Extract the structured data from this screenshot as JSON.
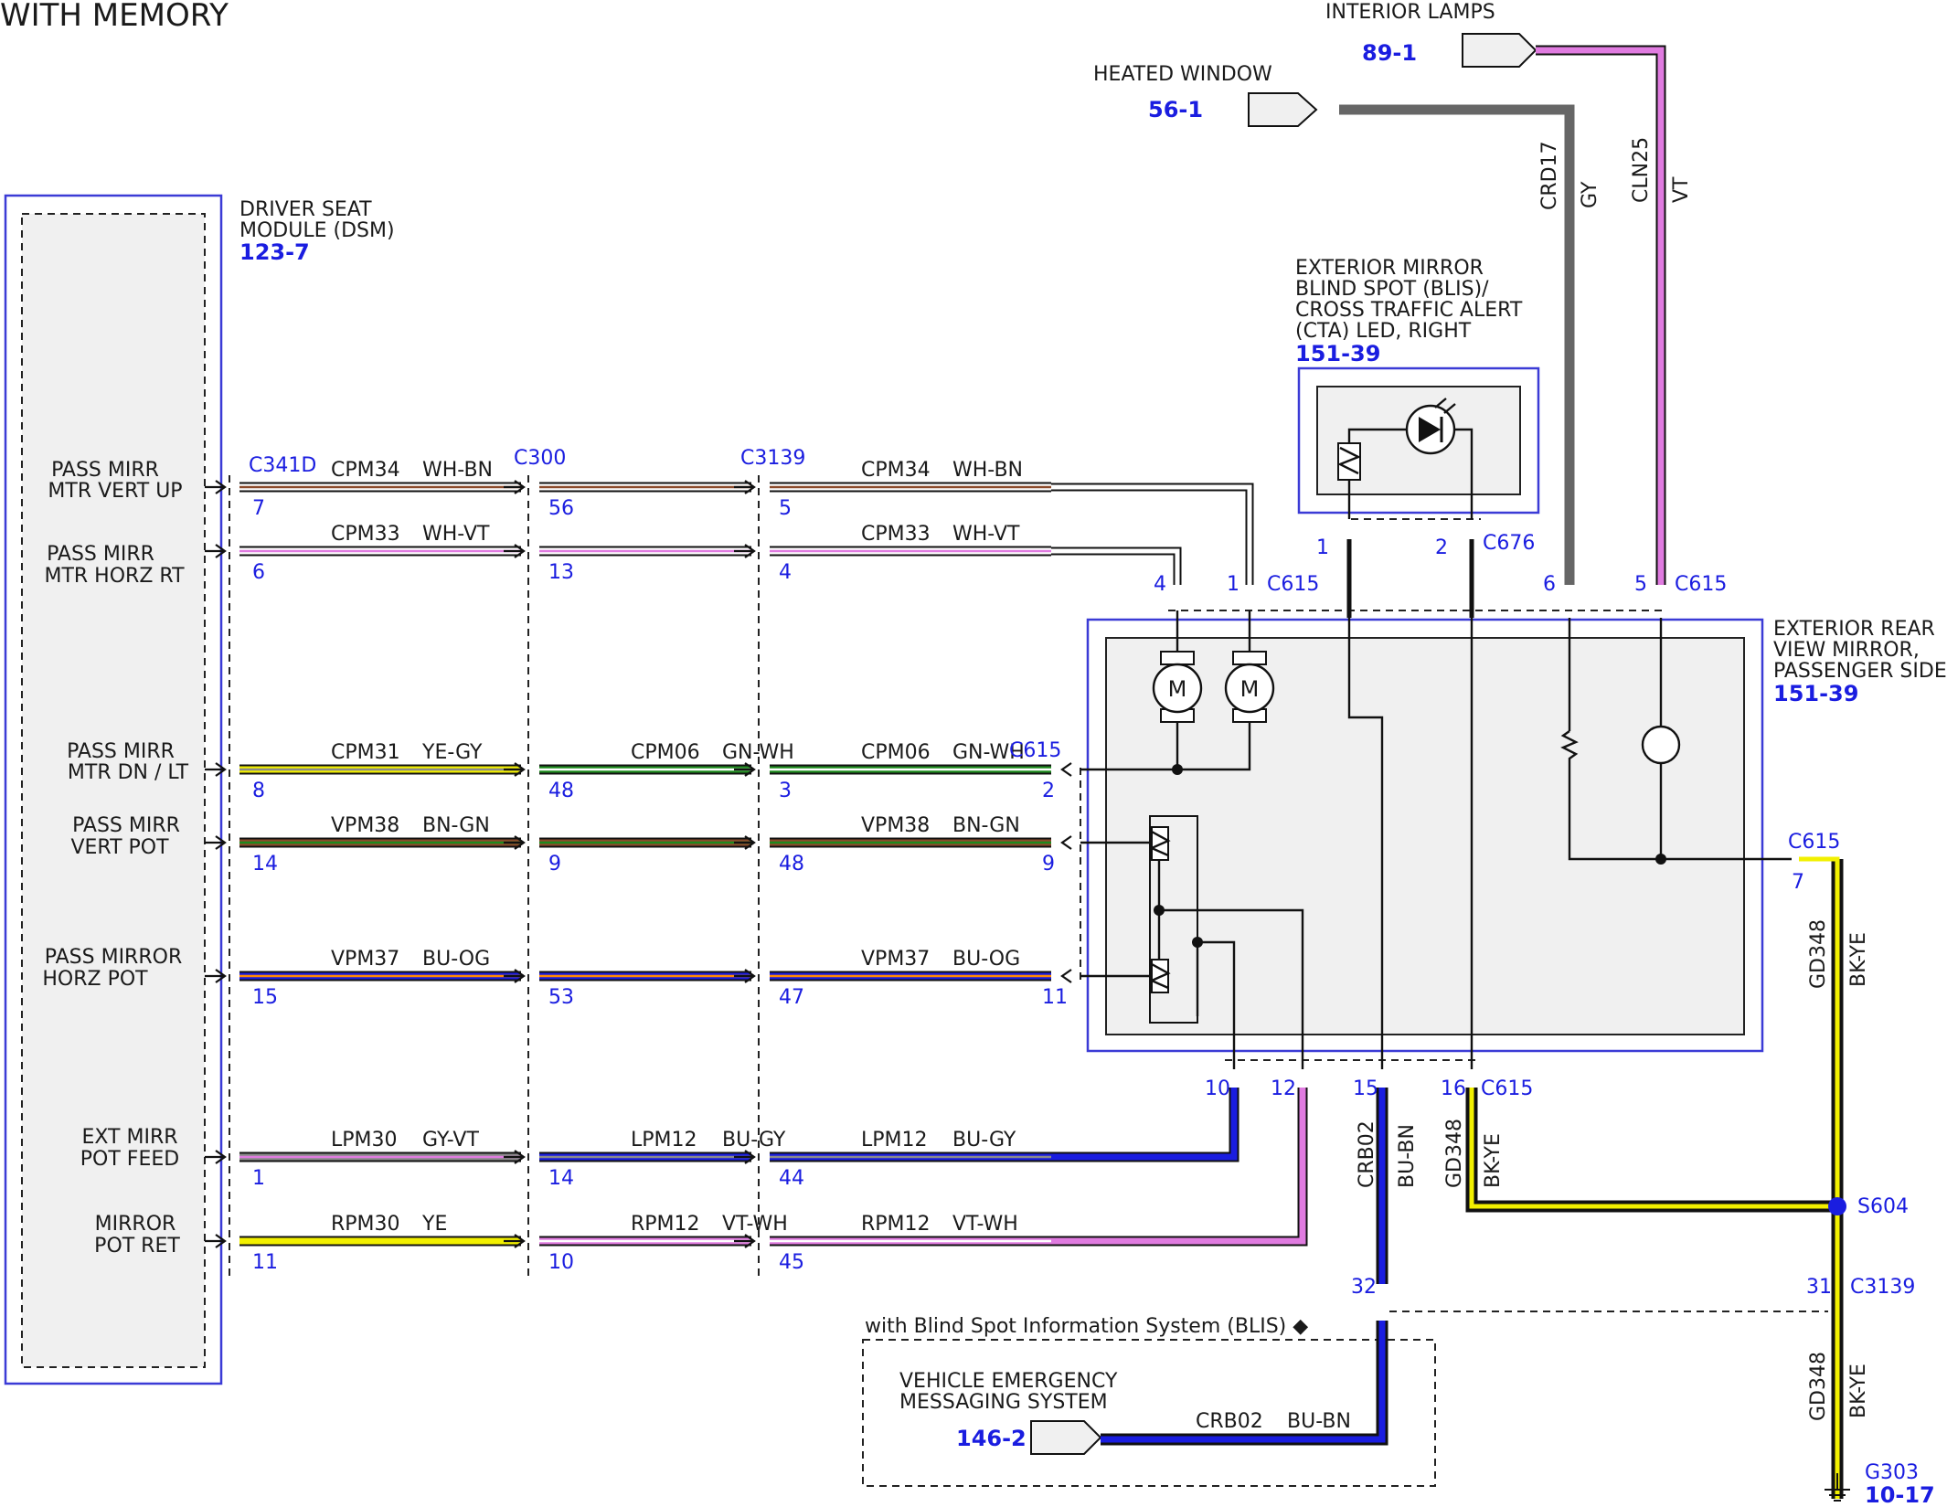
{
  "title": "WITH MEMORY",
  "colors": {
    "WH-BN": [
      "#ffffff",
      "#8b4a2b"
    ],
    "WH-VT": [
      "#ffffff",
      "#e07be0"
    ],
    "YE-GY": [
      "#f2f000",
      "#8a8a8a"
    ],
    "GN-WH": [
      "#1e8a1e",
      "#ffffff"
    ],
    "BN-GN": [
      "#8b4a2b",
      "#1e8a1e"
    ],
    "BU-OG": [
      "#1a1de0",
      "#ff8a00"
    ],
    "GY-VT": [
      "#8a8a8a",
      "#e07be0"
    ],
    "BU-GY": [
      "#1a1de0",
      "#8a8a8a"
    ],
    "YE": [
      "#f2f000",
      "#f2f000"
    ],
    "VT-WH": [
      "#e07be0",
      "#ffffff"
    ],
    "GY": [
      "#808080",
      "#808080"
    ],
    "VT": [
      "#e07be0",
      "#e07be0"
    ],
    "BU-BN": [
      "#1a1de0",
      "#8b4a2b"
    ],
    "BK-YE": [
      "#111111",
      "#f2f000"
    ]
  },
  "modules": {
    "dsm": {
      "line1": "DRIVER SEAT",
      "line2": "MODULE (DSM)",
      "ref": "123-7"
    },
    "mirror": {
      "line1": "EXTERIOR REAR",
      "line2": "VIEW MIRROR,",
      "line3": "PASSENGER SIDE",
      "ref": "151-39"
    },
    "led": {
      "line1": "EXTERIOR MIRROR",
      "line2": "BLIND SPOT (BLIS)/",
      "line3": "CROSS TRAFFIC ALERT",
      "line4": "(CTA) LED, RIGHT",
      "ref": "151-39"
    },
    "heated": {
      "label": "HEATED WINDOW",
      "ref": "56-1"
    },
    "interior": {
      "label": "INTERIOR LAMPS",
      "ref": "89-1"
    },
    "vems": {
      "line1": "VEHICLE EMERGENCY",
      "line2": "MESSAGING SYSTEM",
      "ref": "146-2"
    },
    "ground": {
      "label": "G303",
      "ref": "10-17"
    }
  },
  "dsm_pins": [
    {
      "l1": "PASS MIRR",
      "l2": "MTR VERT UP"
    },
    {
      "l1": "PASS MIRR",
      "l2": "MTR HORZ RT"
    },
    {
      "l1": "PASS MIRR",
      "l2": "MTR DN / LT"
    },
    {
      "l1": "PASS MIRR",
      "l2": "VERT POT"
    },
    {
      "l1": "PASS MIRROR",
      "l2": "HORZ POT"
    },
    {
      "l1": "EXT MIRR",
      "l2": "POT FEED"
    },
    {
      "l1": "MIRROR",
      "l2": "POT RET"
    }
  ],
  "connectors": {
    "c341d": "C341D",
    "c300": "C300",
    "c3139": "C3139",
    "c615": "C615",
    "c676": "C676",
    "s604": "S604"
  },
  "circuits": [
    {
      "p1": "7",
      "s1": "CPM34",
      "c1": "WH-BN",
      "p2": "56",
      "s2": "",
      "c2": "",
      "p3": "5",
      "s3": "CPM34",
      "c3": "WH-BN",
      "p4": "1"
    },
    {
      "p1": "6",
      "s1": "CPM33",
      "c1": "WH-VT",
      "p2": "13",
      "s2": "",
      "c2": "",
      "p3": "4",
      "s3": "CPM33",
      "c3": "WH-VT",
      "p4": "4"
    },
    {
      "p1": "8",
      "s1": "CPM31",
      "c1": "YE-GY",
      "p2": "48",
      "s2": "CPM06",
      "c2": "GN-WH",
      "p3": "3",
      "s3": "CPM06",
      "c3": "GN-WH",
      "p4": "2"
    },
    {
      "p1": "14",
      "s1": "VPM38",
      "c1": "BN-GN",
      "p2": "9",
      "s2": "",
      "c2": "",
      "p3": "48",
      "s3": "VPM38",
      "c3": "BN-GN",
      "p4": "9"
    },
    {
      "p1": "15",
      "s1": "VPM37",
      "c1": "BU-OG",
      "p2": "53",
      "s2": "",
      "c2": "",
      "p3": "47",
      "s3": "VPM37",
      "c3": "BU-OG",
      "p4": "11"
    },
    {
      "p1": "1",
      "s1": "LPM30",
      "c1": "GY-VT",
      "p2": "14",
      "s2": "LPM12",
      "c2": "BU-GY",
      "p3": "44",
      "s3": "LPM12",
      "c3": "BU-GY",
      "p4": "10"
    },
    {
      "p1": "11",
      "s1": "RPM30",
      "c1": "YE",
      "p2": "10",
      "s2": "RPM12",
      "c2": "VT-WH",
      "p3": "45",
      "s3": "RPM12",
      "c3": "VT-WH",
      "p4": "12"
    }
  ],
  "vertical_wires": {
    "crd17": {
      "circuit": "CRD17",
      "color": "GY",
      "pin": "6"
    },
    "cln25": {
      "circuit": "CLN25",
      "color": "VT",
      "pin": "5"
    },
    "led1": {
      "pin": "1"
    },
    "led2": {
      "pin": "2"
    },
    "crb02": {
      "circuit": "CRB02",
      "color": "BU-BN",
      "pin": "15",
      "pin_c3139": "32"
    },
    "gd348a": {
      "circuit": "GD348",
      "color": "BK-YE",
      "pin": "16"
    },
    "gd348b": {
      "circuit": "GD348",
      "color": "BK-YE",
      "pin": "7"
    },
    "gd348c": {
      "circuit": "GD348",
      "color": "BK-YE",
      "pin": "31"
    },
    "crb02_vems": {
      "circuit": "CRB02",
      "color": "BU-BN"
    }
  },
  "blis_note": "with Blind Spot Information System (BLIS) ◆",
  "motor_label": "M"
}
